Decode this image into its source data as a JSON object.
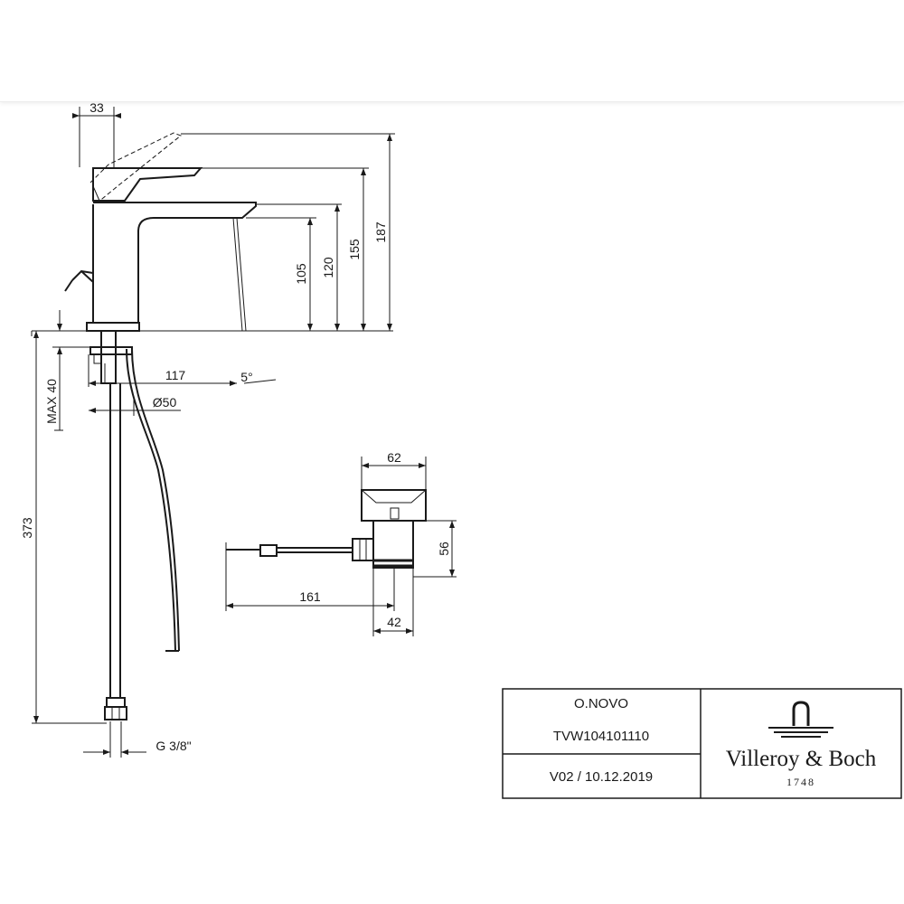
{
  "dimensions": {
    "d33": "33",
    "d187": "187",
    "d155": "155",
    "d120": "120",
    "d105": "105",
    "d117": "117",
    "angle": "5°",
    "dia50": "Ø50",
    "max40": "MAX 40",
    "d373": "373",
    "thread": "G 3/8\"",
    "d62": "62",
    "d56": "56",
    "d161": "161",
    "d42": "42"
  },
  "title_block": {
    "product": "O.NOVO",
    "code": "TVW104101110",
    "version": "V02 / 10.12.2019",
    "brand": "Villeroy & Boch",
    "year": "1748"
  }
}
